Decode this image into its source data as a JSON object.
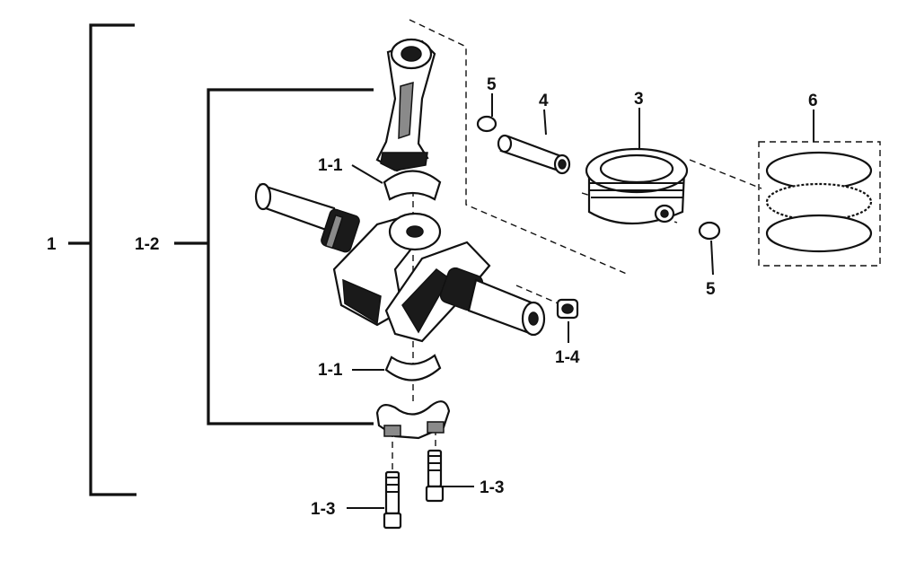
{
  "callouts": {
    "assembly": "1",
    "crank_subassembly": "1-2",
    "bearing_upper": "1-1",
    "bearing_lower": "1-1",
    "bolt_left": "1-3",
    "bolt_right": "1-3",
    "nut": "1-4",
    "piston": "3",
    "piston_pin": "4",
    "clip_top": "5",
    "clip_bottom": "5",
    "piston_rings": "6"
  }
}
